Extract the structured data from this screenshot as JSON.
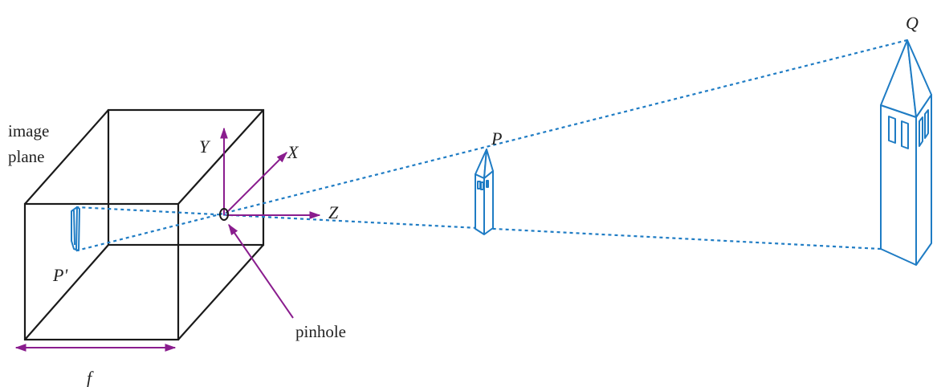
{
  "labels": {
    "image_plane_line1": "image",
    "image_plane_line2": "plane",
    "axis_y": "Y",
    "axis_x": "X",
    "axis_z": "Z",
    "point_p_image": "P'",
    "point_p": "P",
    "point_q": "Q",
    "pinhole": "pinhole",
    "focal_length": "f"
  },
  "colors": {
    "object": "#1f7cc4",
    "axes": "#8a1d8e",
    "box": "#1a1a1a"
  }
}
